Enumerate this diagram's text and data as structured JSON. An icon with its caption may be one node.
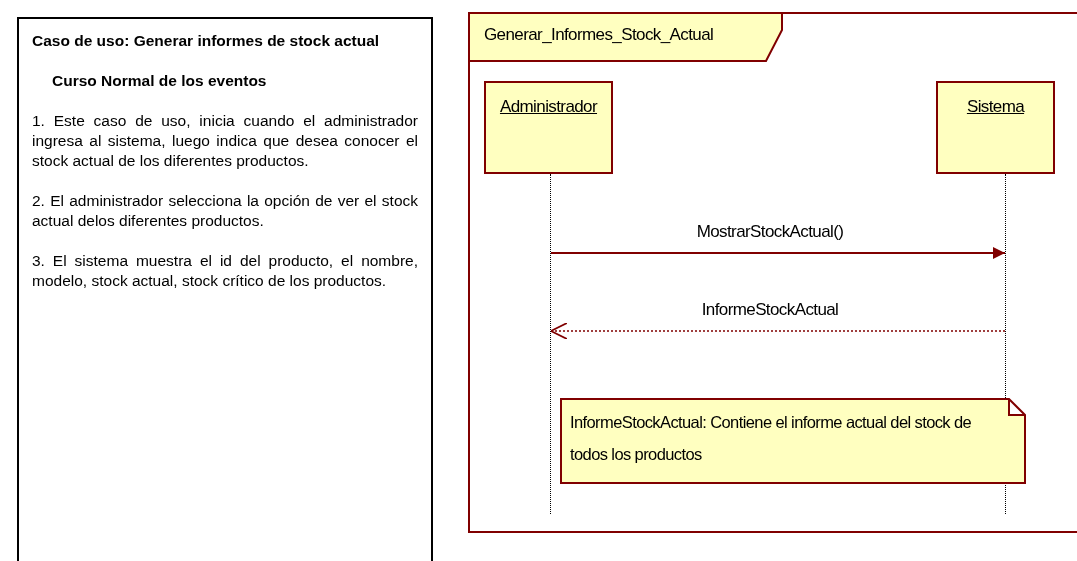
{
  "diagram": {
    "nodes": [
      {
        "text": [
          "Caso de uso: Generar informes de stock actual",
          "Curso Normal de los eventos",
          "1. Este caso de uso, inicia cuando el administrador ingresa al sistema, luego  indica que desea conocer el stock actual de los diferentes productos.",
          "2. El administrador selecciona la opción de ver el stock actual delos diferentes  productos.",
          "3. El sistema muestra el id del producto, el nombre, modelo, stock actual, stock crítico de los productos."
        ]
      },
      {
        "text": [
          "Generar_Informes_Stock_Actual"
        ]
      },
      {
        "text": [
          "Administrador"
        ],
        "in": 1
      },
      {
        "text": [],
        "shape": "line",
        "in": 1
      },
      {
        "text": [
          "Sistema"
        ],
        "in": 1
      },
      {
        "text": [],
        "shape": "line",
        "in": 1
      },
      {
        "text": [
          "InformeStockActual: Contiene el informe actual del stock de todos los productos"
        ],
        "in": 1
      }
    ],
    "edges": [
      {
        "from": 3,
        "to": 5,
        "arrow": "to",
        "label": "MostrarStockActual()"
      },
      {
        "from": 5,
        "to": 3,
        "arrow": "to",
        "label": "InformeStockActual",
        "style": "dashed"
      }
    ]
  }
}
